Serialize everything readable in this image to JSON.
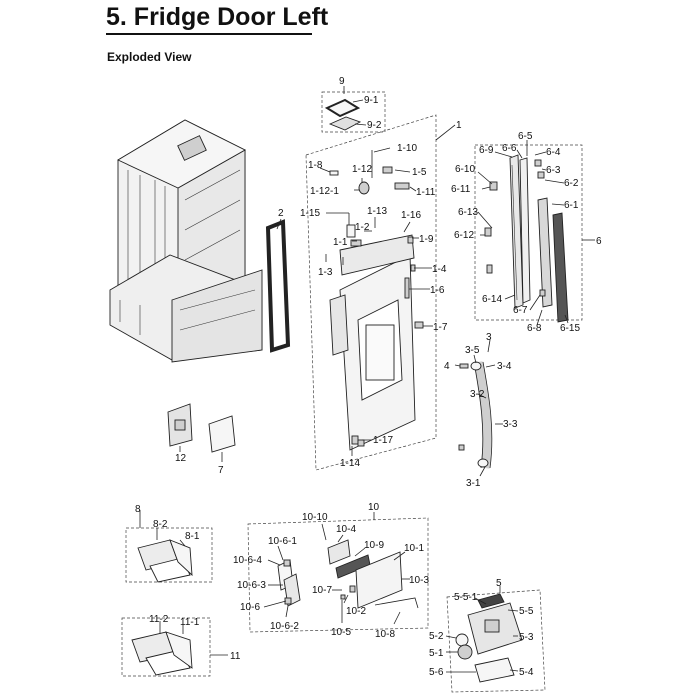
{
  "header": {
    "title": "5.  Fridge Door Left",
    "subtitle": "Exploded View"
  },
  "labels": [
    "9",
    "9-1",
    "9-2",
    "1",
    "1-8",
    "1-10",
    "1-5",
    "1-12",
    "1-12-1",
    "1-11",
    "2",
    "1-15",
    "1-13",
    "1-16",
    "1-2",
    "1-1",
    "1-9",
    "1-3",
    "1-4",
    "1-6",
    "1-7",
    "6-5",
    "6-9",
    "6-6",
    "6-4",
    "6-10",
    "6-3",
    "6-2",
    "6-11",
    "6-1",
    "6-13",
    "6-12",
    "6",
    "6-14",
    "6-7",
    "6-8",
    "6-15",
    "3",
    "3-5",
    "4",
    "3-4",
    "3-2",
    "3-3",
    "3-1",
    "12",
    "7",
    "1-17",
    "1-14",
    "8",
    "8-2",
    "8-1",
    "11-2",
    "11-1",
    "11",
    "10",
    "10-10",
    "10-4",
    "10-6-1",
    "10-9",
    "10-1",
    "10-6-4",
    "10-6-3",
    "10-3",
    "10-7",
    "10-6",
    "10-2",
    "10-6-2",
    "10-5",
    "10-8",
    "5",
    "5-5-1",
    "5-5",
    "5-2",
    "5-3",
    "5-1",
    "5-6",
    "5-4"
  ]
}
